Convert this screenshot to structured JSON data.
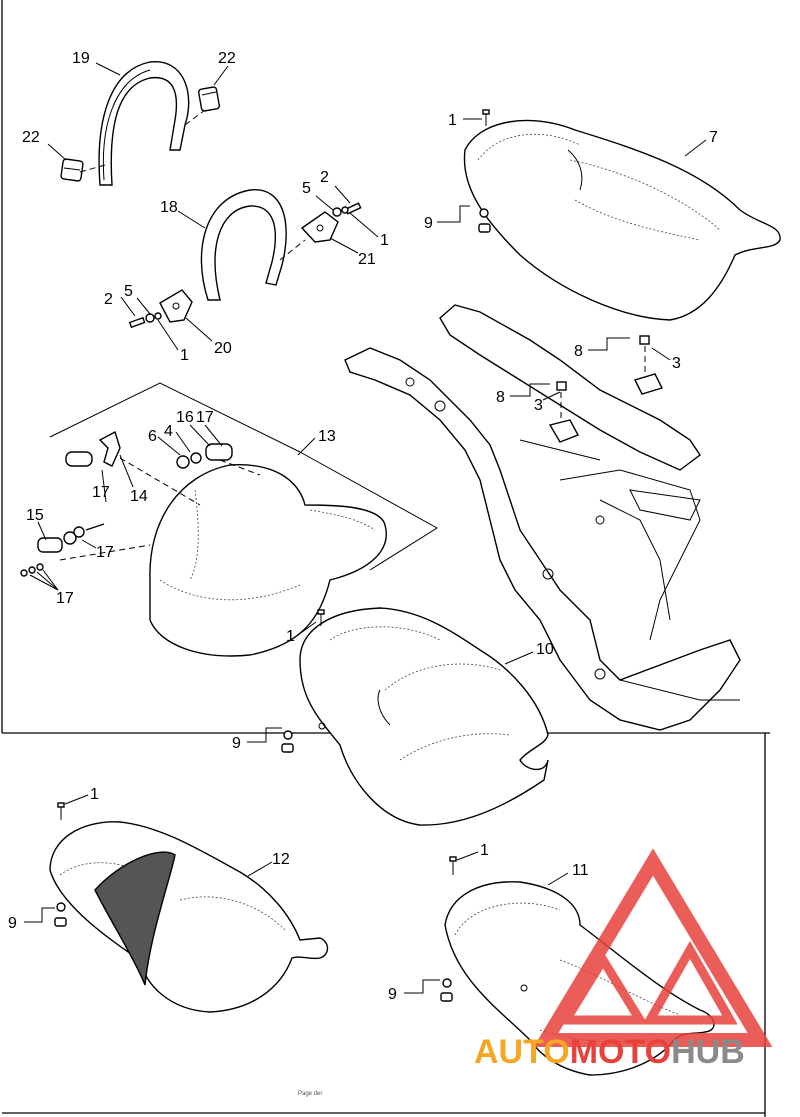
{
  "diagram": {
    "callouts": {
      "c1a": "1",
      "c1b": "1",
      "c1c": "1",
      "c1d": "1",
      "c1e": "1",
      "c1f": "1",
      "c2a": "2",
      "c2b": "2",
      "c3a": "3",
      "c3b": "3",
      "c4": "4",
      "c5a": "5",
      "c5b": "5",
      "c6": "6",
      "c7": "7",
      "c8a": "8",
      "c8b": "8",
      "c9a": "9",
      "c9b": "9",
      "c9c": "9",
      "c9d": "9",
      "c10": "10",
      "c11": "11",
      "c12": "12",
      "c13": "13",
      "c14": "14",
      "c15": "15",
      "c16": "16",
      "c17a": "17",
      "c17b": "17",
      "c17c": "17",
      "c17d": "17",
      "c18": "18",
      "c19": "19",
      "c20": "20",
      "c21": "21",
      "c22a": "22",
      "c22b": "22"
    },
    "footer_text": "Page der"
  },
  "watermark": {
    "part1": "AUTO",
    "part2": "MOTO",
    "part3": "HUB",
    "colors": {
      "red": "#e8413c",
      "orange": "#f5a623",
      "gray": "#8a8a8a"
    }
  }
}
